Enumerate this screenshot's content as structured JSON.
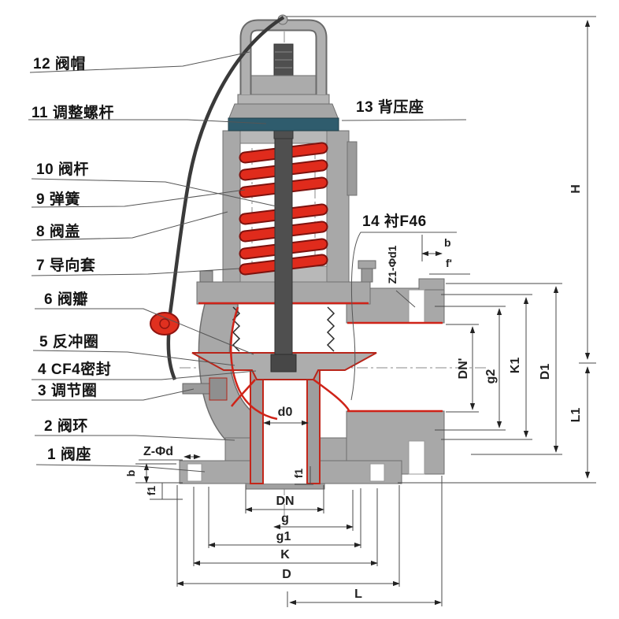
{
  "diagram": {
    "parts_left": [
      {
        "text": "12 阀帽"
      },
      {
        "text": "11 调整螺杆"
      },
      {
        "text": "10 阀杆"
      },
      {
        "text": "9 弹簧"
      },
      {
        "text": "8 阀盖"
      },
      {
        "text": "7 导向套"
      },
      {
        "text": "6 阀瓣"
      },
      {
        "text": "5 反冲圈"
      },
      {
        "text": "4 CF4密封"
      },
      {
        "text": "3 调节圈"
      },
      {
        "text": "2 阀环"
      },
      {
        "text": "1 阀座"
      }
    ],
    "parts_right": [
      {
        "text": "13 背压座"
      },
      {
        "text": "14 衬F46"
      }
    ],
    "dims": {
      "h": "H",
      "l1": "L1",
      "d1": "D1",
      "k1": "K1",
      "g2": "g2",
      "dn_out": "DN'",
      "z1_phi_d1": "Z1-Φd1",
      "b_right": "b",
      "f_right": "f'",
      "d0": "d0",
      "f1_center": "f1",
      "dn": "DN",
      "g": "g",
      "g1": "g1",
      "k": "K",
      "d": "D",
      "l": "L",
      "z_phi_d": "Z-Φd",
      "b_left": "b",
      "f1_left": "f1"
    },
    "colors": {
      "body_gray": "#a8a8a8",
      "lining_red": "#cf2318",
      "spring_red": "#e02b1c",
      "back_pressure_teal": "#2f5c6d",
      "stem_dark": "#4f4f4f",
      "line": "#4a4a4a"
    }
  }
}
